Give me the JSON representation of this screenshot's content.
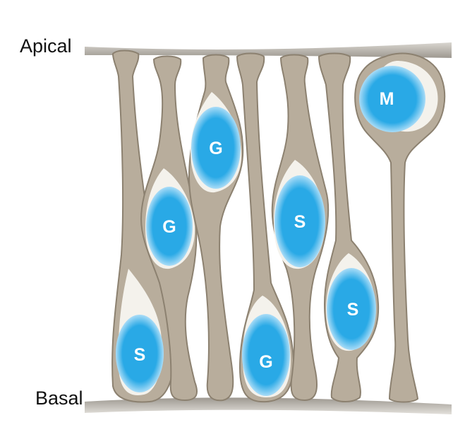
{
  "labels": {
    "apical": "Apical",
    "basal": "Basal"
  },
  "colors": {
    "membrane_fill": "#b8ad9c",
    "membrane_stroke": "#8c8170",
    "cell_body": "#f4f2ec",
    "nucleus": "#29a9e6",
    "nucleus_highlight": "#a9dcf7",
    "nucleus_text": "#ffffff"
  },
  "cells": [
    {
      "nucleus_label": "S",
      "phase": "S"
    },
    {
      "nucleus_label": "G",
      "phase": "G"
    },
    {
      "nucleus_label": "G",
      "phase": "G"
    },
    {
      "nucleus_label": "G",
      "phase": "G"
    },
    {
      "nucleus_label": "S",
      "phase": "S"
    },
    {
      "nucleus_label": "S",
      "phase": "S"
    },
    {
      "nucleus_label": "M",
      "phase": "M"
    }
  ]
}
